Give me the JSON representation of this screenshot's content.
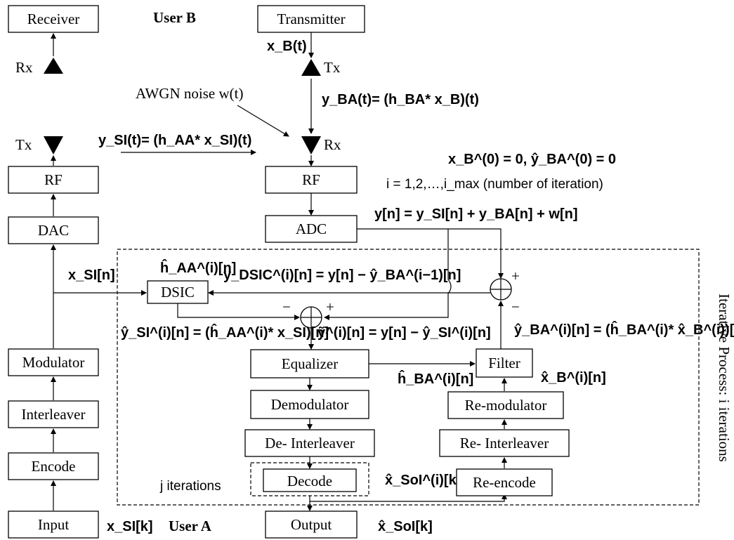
{
  "blocks": {
    "receiver": "Receiver",
    "transmitter": "Transmitter",
    "rf_left": "RF",
    "dac": "DAC",
    "modulator": "Modulator",
    "interleaver": "Interleaver",
    "encode": "Encode",
    "input": "Input",
    "rf_right": "RF",
    "adc": "ADC",
    "dsic": "DSIC",
    "equalizer": "Equalizer",
    "demodulator": "Demodulator",
    "deinterleaver": "De- Interleaver",
    "decode": "Decode",
    "output": "Output",
    "filter": "Filter",
    "remodulator": "Re-modulator",
    "reinterleaver": "Re- Interleaver",
    "reencode": "Re-encode"
  },
  "labels": {
    "user_b": "User B",
    "user_a": "User A",
    "rx": "Rx",
    "tx": "Tx",
    "awgn": "AWGN noise w(t)",
    "x_b_t": "x_B(t)",
    "y_ba_t": "y_BA(t)= (h_BA* x_B)(t)",
    "y_si_t": "y_SI(t)= (h_AA* x_SI)(t)",
    "init": "x_B^(0) = 0, ŷ_BA^(0) = 0",
    "iter_range": "i = 1,2,…,i_max (number of iteration)",
    "y_n": "y[n] = y_SI[n] + y_BA[n] + w[n]",
    "x_si_n": "x_SI[n]",
    "h_aa_hat": "ĥ_AA^(i)[n]",
    "y_dsic": "y_DSIC^(i)[n] = y[n] − ŷ_BA^(i−1)[n]",
    "y_si_hat": "ŷ_SI^(i)[n] = (ĥ_AA^(i)* x_SI)[n]",
    "y_tilde": "ỹ^(i)[n] = y[n] − ŷ_SI^(i)[n]",
    "y_ba_hat": "ŷ_BA^(i)[n] = (ĥ_BA^(i)* x̂_B^(i))[n]",
    "h_ba_hat": "ĥ_BA^(i)[n]",
    "x_b_hat": "x̂_B^(i)[n]",
    "j_iter": "j iterations",
    "x_soi_hat_i": "x̂_SoI^(i)[k]",
    "x_soi_hat": "x̂_SoI[k]",
    "x_si_k": "x_SI[k]",
    "iterative": "Iterative Process: i iterations",
    "plus": "+",
    "minus": "−"
  }
}
